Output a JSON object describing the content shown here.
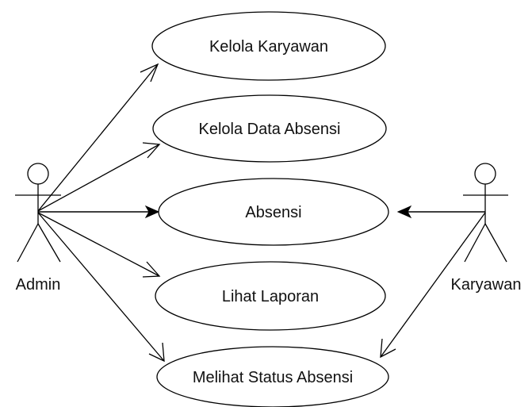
{
  "diagram": {
    "actors": {
      "admin": {
        "label": "Admin"
      },
      "karyawan": {
        "label": "Karyawan"
      }
    },
    "use_cases": {
      "kelola_karyawan": {
        "label": "Kelola Karyawan"
      },
      "kelola_data_absensi": {
        "label": "Kelola Data Absensi"
      },
      "absensi": {
        "label": "Absensi"
      },
      "lihat_laporan": {
        "label": "Lihat Laporan"
      },
      "melihat_status_absensi": {
        "label": "Melihat Status Absensi"
      }
    },
    "associations": [
      {
        "from": "Admin",
        "to": "Kelola Karyawan",
        "arrow": "open"
      },
      {
        "from": "Admin",
        "to": "Kelola Data Absensi",
        "arrow": "open"
      },
      {
        "from": "Admin",
        "to": "Absensi",
        "arrow": "filled"
      },
      {
        "from": "Admin",
        "to": "Lihat Laporan",
        "arrow": "open"
      },
      {
        "from": "Admin",
        "to": "Melihat Status Absensi",
        "arrow": "open"
      },
      {
        "from": "Karyawan",
        "to": "Absensi",
        "arrow": "filled"
      },
      {
        "from": "Karyawan",
        "to": "Melihat Status Absensi",
        "arrow": "open"
      }
    ]
  }
}
